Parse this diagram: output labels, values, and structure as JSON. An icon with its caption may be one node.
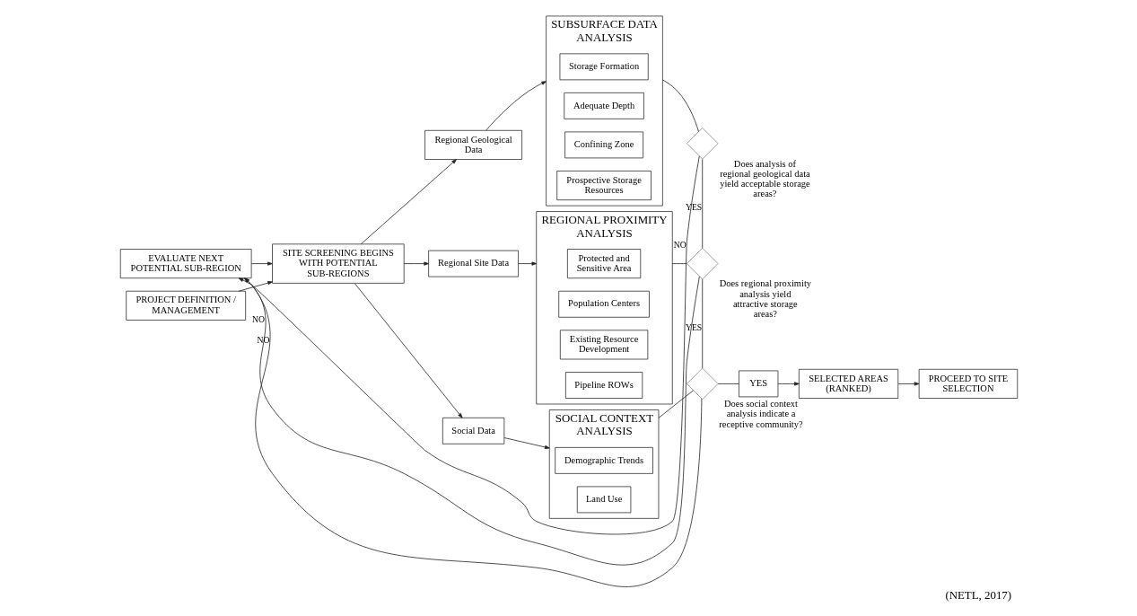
{
  "diagram": {
    "caption": "(NETL, 2017)",
    "nodes": [
      {
        "text": [
          "EVALUATE NEXT POTENTIAL SUB-REGION"
        ]
      },
      {
        "text": [
          "SITE SCREENING BEGINS WITH POTENTIAL SUB-REGIONS"
        ]
      },
      {
        "text": [
          "Regional Geological Data"
        ]
      },
      {
        "text": [
          "Regional Site Data"
        ]
      },
      {
        "text": [
          "Social Data"
        ]
      },
      {
        "text": [
          "PROJECT DEFINITION / MANAGEMENT"
        ]
      },
      {
        "text": [
          "SUBSURFACE DATA ANALYSIS"
        ]
      },
      {
        "text": [
          "Storage Formation"
        ],
        "in": 6
      },
      {
        "text": [
          "Adequate Depth"
        ],
        "in": 6
      },
      {
        "text": [
          "Confining Zone"
        ],
        "in": 6
      },
      {
        "text": [
          "Prospective Storage Resources"
        ],
        "in": 6
      },
      {
        "text": [
          "REGIONAL PROXIMITY ANALYSIS"
        ]
      },
      {
        "text": [
          "Protected and Sensitive Area"
        ],
        "in": 11
      },
      {
        "text": [
          "Population Centers"
        ],
        "in": 11
      },
      {
        "text": [
          "Existing Resource Development"
        ],
        "in": 11
      },
      {
        "text": [
          "Pipeline ROWs"
        ],
        "in": 11
      },
      {
        "text": [
          "SOCIAL CONTEXT ANALYSIS"
        ]
      },
      {
        "text": [
          "Demographic Trends"
        ],
        "in": 16
      },
      {
        "text": [
          "Land Use"
        ],
        "in": 16
      },
      {
        "text": [],
        "shape": "diamond",
        "beside": [
          "Does analysis of regional geological data yield acceptable storage areas?"
        ]
      },
      {
        "text": [],
        "shape": "diamond",
        "beside": [
          "Does regional proximity analysis yield attractive storage areas?"
        ]
      },
      {
        "text": [],
        "shape": "diamond",
        "beside": [
          "Does social context analysis indicate a receptive community?"
        ]
      },
      {
        "text": [
          "YES"
        ]
      },
      {
        "text": [
          "SELECTED AREAS (RANKED)"
        ]
      },
      {
        "text": [
          "PROCEED TO SITE SELECTION"
        ]
      }
    ],
    "edges": [
      {
        "from": 0,
        "to": 1,
        "arrow": "to"
      },
      {
        "from": 5,
        "to": 1,
        "arrow": "to"
      },
      {
        "from": 1,
        "to": 2,
        "arrow": "to"
      },
      {
        "from": 1,
        "to": 3,
        "arrow": "to"
      },
      {
        "from": 1,
        "to": 4,
        "arrow": "to"
      },
      {
        "from": 2,
        "to": 6,
        "arrow": "to"
      },
      {
        "from": 3,
        "to": 11,
        "arrow": "to"
      },
      {
        "from": 4,
        "to": 16,
        "arrow": "to"
      },
      {
        "from": 6,
        "to": 19,
        "arrow": "none"
      },
      {
        "from": 11,
        "to": 20,
        "arrow": "none"
      },
      {
        "from": 16,
        "to": 21,
        "arrow": "none"
      },
      {
        "from": 19,
        "to": 20,
        "arrow": "none",
        "label": "YES"
      },
      {
        "from": 20,
        "to": 21,
        "arrow": "none",
        "label": "YES"
      },
      {
        "from": 21,
        "to": 22,
        "arrow": "none"
      },
      {
        "from": 22,
        "to": 23,
        "arrow": "to"
      },
      {
        "from": 23,
        "to": 24,
        "arrow": "to"
      },
      {
        "from": 19,
        "to": 0,
        "arrow": "to",
        "label": "NO"
      },
      {
        "from": 20,
        "to": 0,
        "arrow": "to",
        "label": "NO"
      },
      {
        "from": 21,
        "to": 0,
        "arrow": "to",
        "label": "NO"
      }
    ]
  }
}
